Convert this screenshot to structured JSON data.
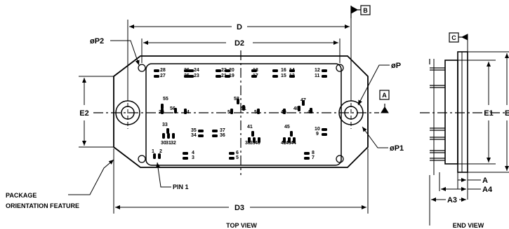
{
  "top_view": {
    "caption": "TOP VIEW",
    "dimensions": {
      "D": "D",
      "D2": "D2",
      "D3": "D3",
      "E2": "E2",
      "P": "øP",
      "P1": "øP1",
      "P2": "øP2"
    },
    "datums": {
      "A": "A",
      "B": "B"
    },
    "callouts": {
      "pin1": "PIN 1",
      "orientation_line1": "PACKAGE",
      "orientation_line2": "ORIENTATION FEATURE"
    },
    "pins": {
      "p28": "28",
      "p27": "27",
      "p26": "26",
      "p24": "24",
      "p25": "25",
      "p23": "23",
      "p22": "22",
      "p20": "20",
      "p21": "21",
      "p19": "19",
      "p18": "18",
      "p16": "16",
      "p14": "14",
      "p17": "17",
      "p15": "15",
      "p13": "13",
      "p12": "12",
      "p11": "11",
      "p55": "55",
      "p56": "56",
      "p29": "29",
      "p54": "54",
      "p58": "58",
      "p53": "53",
      "p51": "51",
      "p50": "50",
      "p47": "47",
      "p49": "49",
      "p48": "48",
      "p46": "46",
      "p33": "33",
      "p30": "30",
      "p31": "31",
      "p32": "32",
      "p35": "35",
      "p34": "34",
      "p37": "37",
      "p36": "36",
      "p41": "41",
      "p38": "38",
      "p39": "39",
      "p40": "40",
      "p45": "45",
      "p42": "42",
      "p43": "43",
      "p44": "44",
      "p10": "10",
      "p9": "9",
      "p1": "1",
      "p2": "2",
      "p4": "4",
      "p3": "3",
      "p6": "6",
      "p5": "5",
      "p8": "8",
      "p7": "7"
    }
  },
  "end_view": {
    "caption": "END VIEW",
    "datum": "C",
    "dimensions": {
      "E1": "E1",
      "E": "E",
      "A": "A",
      "A4": "A4",
      "A3": "A3"
    }
  }
}
